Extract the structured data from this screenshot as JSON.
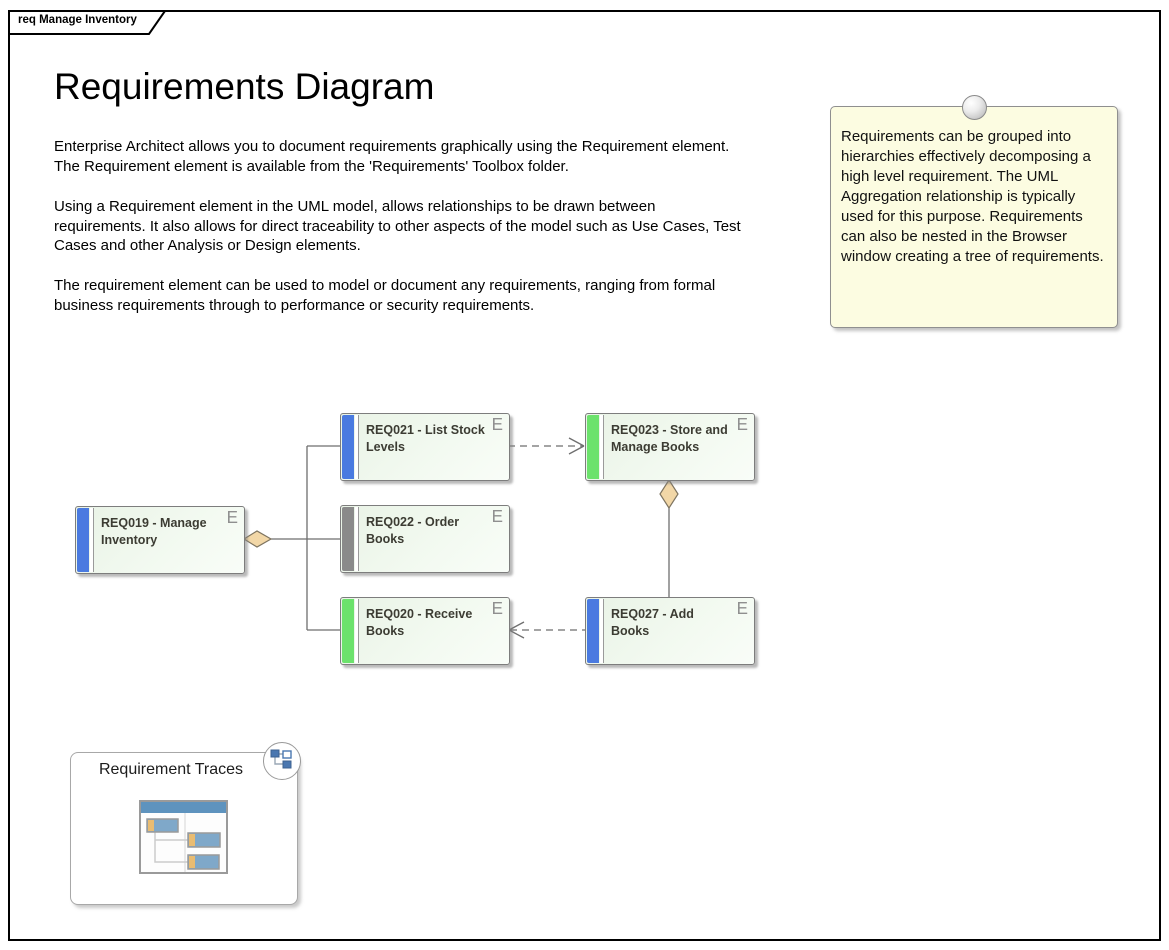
{
  "frame": {
    "tab_label": "req Manage Inventory"
  },
  "page": {
    "title": "Requirements Diagram",
    "paragraphs": [
      "Enterprise Architect allows you to document requirements graphically using the Requirement element. The Requirement element is available from the 'Requirements' Toolbox folder.",
      "Using a Requirement element in the UML model, allows relationships to be drawn between requirements. It also allows for direct traceability to other aspects of the model such as Use Cases, Test Cases and other Analysis or Design elements.",
      "The requirement element can be used to model or document any requirements, ranging from formal business requirements through to performance or security requirements."
    ]
  },
  "note": {
    "text": "Requirements can be grouped into hierarchies effectively decomposing a high level requirement. The UML Aggregation relationship is typically used for this purpose. Requirements can also be nested in the Browser window creating a tree of requirements."
  },
  "diagram": {
    "requirements": [
      {
        "id": "REQ019",
        "label": "REQ019 - Manage Inventory",
        "status_color": "blue",
        "type_icon": "E"
      },
      {
        "id": "REQ021",
        "label": "REQ021 - List Stock Levels",
        "status_color": "blue",
        "type_icon": "E"
      },
      {
        "id": "REQ022",
        "label": "REQ022 - Order Books",
        "status_color": "gray",
        "type_icon": "E"
      },
      {
        "id": "REQ020",
        "label": "REQ020 - Receive Books",
        "status_color": "green",
        "type_icon": "E"
      },
      {
        "id": "REQ023",
        "label": "REQ023 - Store and Manage Books",
        "status_color": "green",
        "type_icon": "E"
      },
      {
        "id": "REQ027",
        "label": "REQ027 - Add Books",
        "status_color": "blue",
        "type_icon": "E"
      }
    ],
    "connectors": [
      {
        "type": "aggregation",
        "parent": "REQ019",
        "children": [
          "REQ021",
          "REQ022",
          "REQ020"
        ]
      },
      {
        "type": "aggregation",
        "parent": "REQ023",
        "children": [
          "REQ027"
        ]
      },
      {
        "type": "dependency",
        "from": "REQ021",
        "to": "REQ023",
        "style": "dashed-open-arrow"
      },
      {
        "type": "dependency",
        "from": "REQ027",
        "to": "REQ020",
        "style": "dashed-open-arrow"
      }
    ]
  },
  "traces": {
    "title": "Requirement Traces"
  },
  "colors": {
    "blue": "#4a7ae0",
    "gray": "#8a8a8a",
    "green": "#6ce26c",
    "note_bg": "#fcfce1",
    "box_fill": "#eef6ec",
    "diamond": "#f2d7a7",
    "connector": "#6e6e6e",
    "thumb_titlebar": "#5e93be",
    "thumb_element": "#7fa8c9",
    "thumb_stripe": "#e9bc72"
  }
}
